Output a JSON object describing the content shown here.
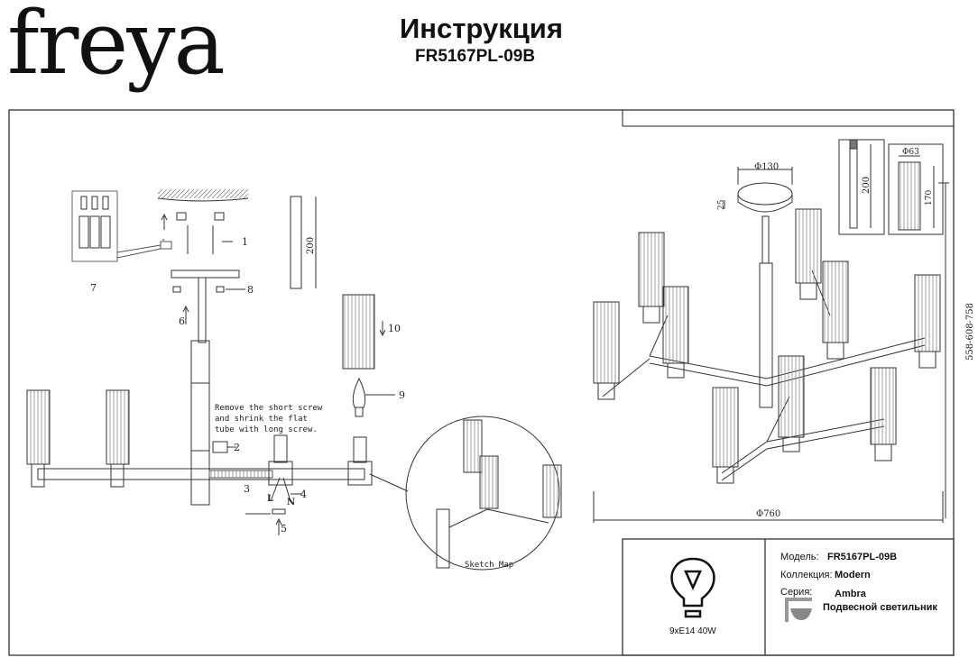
{
  "header": {
    "logo": "freya",
    "title": "Инструкция",
    "model": "FR5167PL-09B"
  },
  "left_diagram": {
    "step_labels": [
      "1",
      "2",
      "3",
      "4",
      "5",
      "6",
      "7",
      "8",
      "9",
      "10"
    ],
    "wire_labels": {
      "live": "L",
      "neutral": "N"
    },
    "tube_length": "200",
    "note_lines": [
      "Remove the short screw",
      "and shrink the flat",
      "tube with long screw."
    ],
    "sketch_label": "Sketch Map"
  },
  "right_diagram": {
    "canopy_diameter": "Φ130",
    "canopy_height": "25",
    "rod_length": "200",
    "shade_diameter": "Φ63",
    "shade_height": "170",
    "overall_height": "558-608-758",
    "overall_diameter": "Φ760"
  },
  "spec_box": {
    "bulb": "9xE14 40W",
    "model_label": "Модель:",
    "model_value": "FR5167PL-09B",
    "collection_label": "Коллекция:",
    "collection_value": "Modern",
    "series_label": "Серия:",
    "series_value": "Ambra",
    "type_value": "Подвесной светильник"
  }
}
